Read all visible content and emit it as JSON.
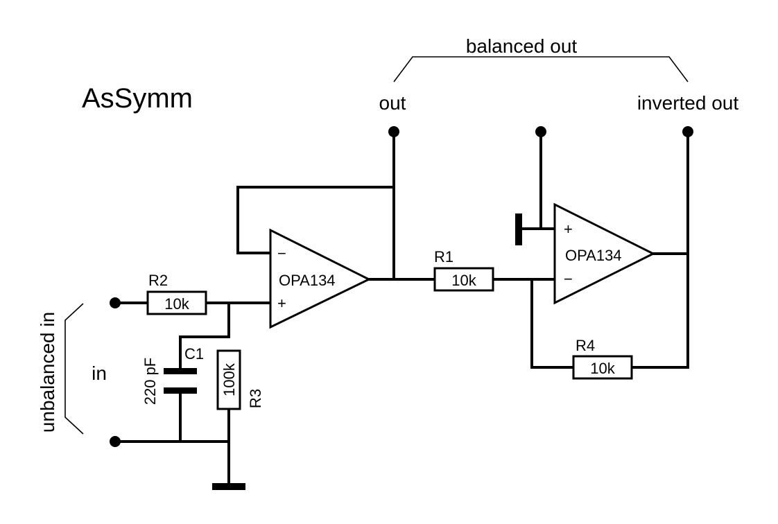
{
  "title": "AsSymm",
  "labels": {
    "balanced_out": "balanced out",
    "out": "out",
    "inverted_out": "inverted out",
    "unbalanced_in": "unbalanced in",
    "in": "in"
  },
  "opamps": {
    "u1": {
      "part": "OPA134",
      "minus": "−",
      "plus": "+"
    },
    "u2": {
      "part": "OPA134",
      "minus": "−",
      "plus": "+"
    }
  },
  "components": {
    "R1": {
      "ref": "R1",
      "value": "10k"
    },
    "R2": {
      "ref": "R2",
      "value": "10k"
    },
    "R3": {
      "ref": "R3",
      "value": "100k"
    },
    "R4": {
      "ref": "R4",
      "value": "10k"
    },
    "C1": {
      "ref": "C1",
      "value": "220 pF"
    }
  }
}
